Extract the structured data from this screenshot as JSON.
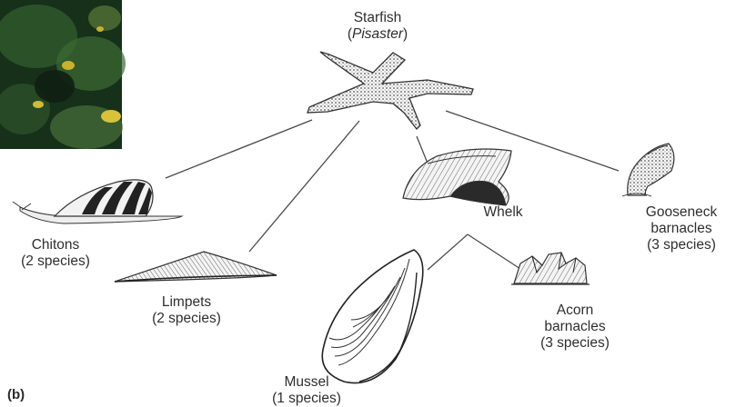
{
  "panel_letter": "(b)",
  "nodes": {
    "starfish": {
      "name": "Starfish",
      "detail_open": "(",
      "detail": "Pisaster",
      "detail_close": ")"
    },
    "whelk": {
      "name": "Whelk"
    },
    "chitons": {
      "name": "Chitons",
      "detail": "(2 species)"
    },
    "limpets": {
      "name": "Limpets",
      "detail": "(2 species)"
    },
    "mussel": {
      "name": "Mussel",
      "detail": "(1 species)"
    },
    "acorn": {
      "line1": "Acorn",
      "line2": "barnacles",
      "detail": "(3 species)"
    },
    "gooseneck": {
      "line1": "Gooseneck",
      "line2": "barnacles",
      "detail": "(3 species)"
    }
  },
  "links": [
    [
      "starfish",
      "chitons"
    ],
    [
      "starfish",
      "limpets"
    ],
    [
      "starfish",
      "whelk"
    ],
    [
      "starfish",
      "gooseneck"
    ],
    [
      "whelk",
      "mussel"
    ],
    [
      "whelk",
      "acorn"
    ]
  ],
  "colors": {
    "line": "#4a4a4a",
    "shell_dark": "#2a2a2a",
    "shell_light": "#f2f2f2",
    "photo_dark": "#0f1f12",
    "photo_green": "#2f5a2c",
    "photo_yellow": "#c9b12a"
  }
}
